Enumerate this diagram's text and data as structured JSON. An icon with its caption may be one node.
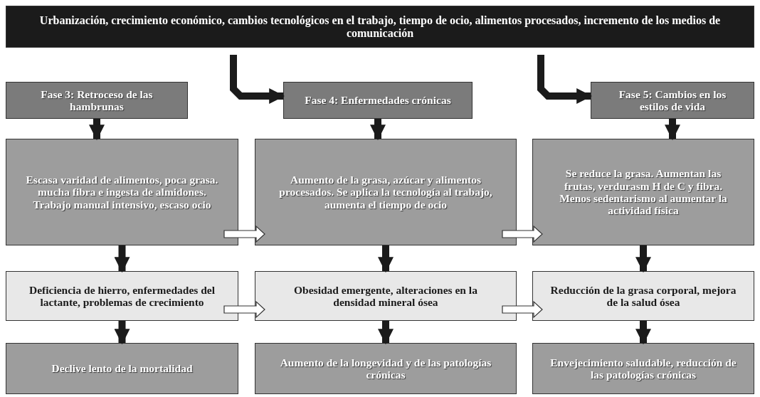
{
  "diagram": {
    "nodes": [
      {
        "text": [
          "Urbanización, crecimiento económico, cambios tecnológicos en el trabajo, tiempo de ocio, alimentos procesados, incremento de los medios de comunicación"
        ]
      },
      {
        "text": [
          "Fase 3: Retroceso de las hambrunas"
        ]
      },
      {
        "text": [
          "Fase 4: Enfermedades crónicas"
        ]
      },
      {
        "text": [
          "Fase 5: Cambios en los estilos de vida"
        ]
      },
      {
        "text": [
          "Escasa varidad de alimentos, poca grasa. mucha fibra e ingesta de almidones. Trabajo manual intensivo, escaso ocio"
        ]
      },
      {
        "text": [
          "Aumento de la grasa, azúcar y alimentos procesados. Se aplica la tecnología al trabajo, aumenta el tiempo de ocio"
        ]
      },
      {
        "text": [
          "Se reduce la grasa. Aumentan las frutas, verdurasm H de C y fibra. Menos sedentarismo al aumentar la actividad física"
        ]
      },
      {
        "text": [
          "Deficiencia de hierro, enfermedades del lactante, problemas de crecimiento"
        ]
      },
      {
        "text": [
          "Obesidad emergente, alteraciones en la densidad mineral ósea"
        ]
      },
      {
        "text": [
          "Reducción de la grasa corporal, mejora de la salud ósea"
        ]
      },
      {
        "text": [
          "Declive lento de la mortalidad"
        ]
      },
      {
        "text": [
          "Aumento de la longevidad y de las patologías crónicas"
        ]
      },
      {
        "text": [
          "Envejecimiento saludable, reducción de las patologías crónicas"
        ]
      }
    ],
    "edges": [
      {
        "from": 0,
        "to": 2,
        "arrow": "to"
      },
      {
        "from": 0,
        "to": 3,
        "arrow": "to"
      },
      {
        "from": 1,
        "to": 4,
        "arrow": "to"
      },
      {
        "from": 2,
        "to": 5,
        "arrow": "to"
      },
      {
        "from": 3,
        "to": 6,
        "arrow": "to"
      },
      {
        "from": 4,
        "to": 7,
        "arrow": "to"
      },
      {
        "from": 5,
        "to": 8,
        "arrow": "to"
      },
      {
        "from": 6,
        "to": 9,
        "arrow": "to"
      },
      {
        "from": 7,
        "to": 10,
        "arrow": "to"
      },
      {
        "from": 8,
        "to": 11,
        "arrow": "to"
      },
      {
        "from": 9,
        "to": 12,
        "arrow": "to"
      },
      {
        "from": 4,
        "to": 5,
        "arrow": "to",
        "color": "#ffffff"
      },
      {
        "from": 5,
        "to": 6,
        "arrow": "to",
        "color": "#ffffff"
      },
      {
        "from": 7,
        "to": 8,
        "arrow": "to",
        "color": "#ffffff"
      },
      {
        "from": 8,
        "to": 9,
        "arrow": "to",
        "color": "#ffffff"
      }
    ]
  }
}
